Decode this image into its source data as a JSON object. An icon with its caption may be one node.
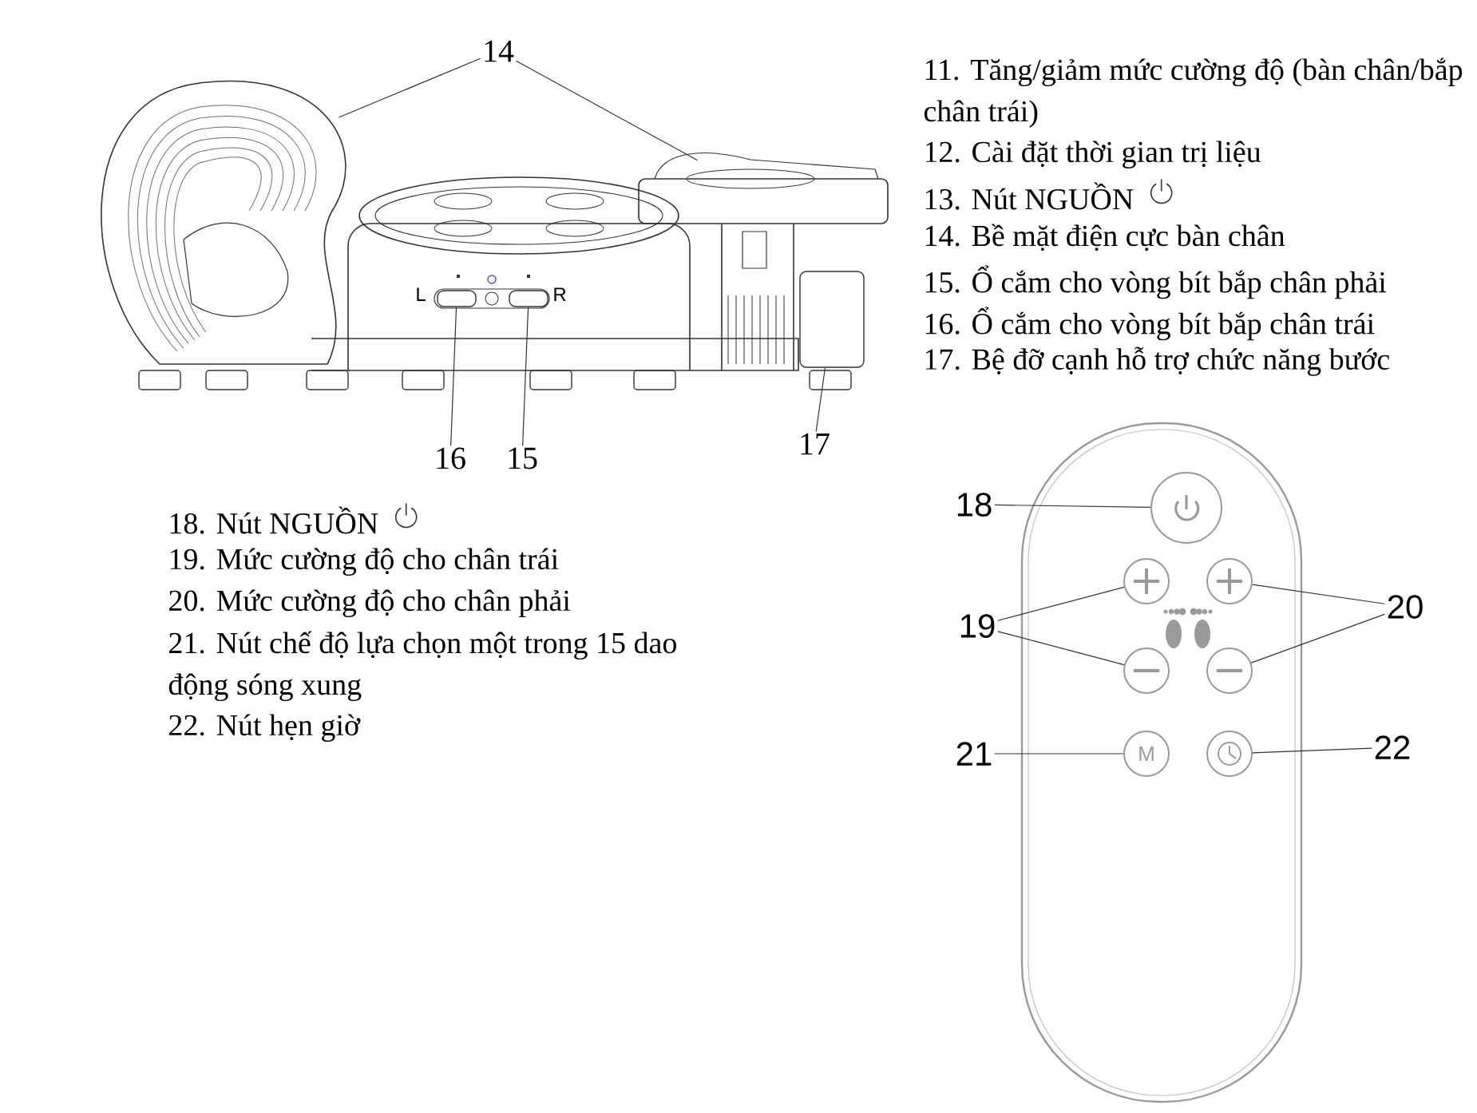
{
  "diagram": {
    "nodes": [
      {
        "text": [
          "14"
        ]
      },
      {
        "text": [],
        "shape": "picture"
      },
      {
        "text": [],
        "shape": "picture"
      },
      {
        "text": [
          "16"
        ]
      },
      {
        "text": [],
        "shape": "box"
      },
      {
        "text": [
          "15"
        ]
      },
      {
        "text": [],
        "shape": "box"
      },
      {
        "text": [
          "17"
        ]
      },
      {
        "text": [],
        "shape": "box"
      },
      {
        "text": [
          "18"
        ]
      },
      {
        "text": [],
        "shape": "circle"
      },
      {
        "text": [
          "19"
        ]
      },
      {
        "text": [],
        "shape": "circle"
      },
      {
        "text": [],
        "shape": "circle"
      },
      {
        "text": [
          "20"
        ]
      },
      {
        "text": [],
        "shape": "circle"
      },
      {
        "text": [],
        "shape": "circle"
      },
      {
        "text": [
          "21"
        ]
      },
      {
        "text": [
          "M"
        ]
      },
      {
        "text": [
          "22"
        ]
      },
      {
        "text": [],
        "shape": "circle"
      }
    ],
    "edges": [
      {
        "from": 0,
        "to": 1,
        "arrow": "none"
      },
      {
        "from": 0,
        "to": 2,
        "arrow": "none"
      },
      {
        "from": 3,
        "to": 4,
        "arrow": "none"
      },
      {
        "from": 5,
        "to": 6,
        "arrow": "none"
      },
      {
        "from": 7,
        "to": 8,
        "arrow": "none"
      },
      {
        "from": 9,
        "to": 10,
        "arrow": "none"
      },
      {
        "from": 11,
        "to": 12,
        "arrow": "none"
      },
      {
        "from": 11,
        "to": 13,
        "arrow": "none"
      },
      {
        "from": 14,
        "to": 15,
        "arrow": "none"
      },
      {
        "from": 14,
        "to": 16,
        "arrow": "none"
      },
      {
        "from": 17,
        "to": 18,
        "arrow": "none"
      },
      {
        "from": 19,
        "to": 20,
        "arrow": "none"
      }
    ],
    "labels": [
      "11. Tăng/giảm mức cường độ (bàn chân/bắp chân trái)",
      "12. Cài đặt thời gian trị liệu",
      "13. Nút NGUỒN",
      "14. Bề mặt điện cực bàn chân",
      "15. Ổ cắm cho vòng bít bắp chân phải",
      "16. Ổ cắm cho vòng bít bắp chân trái",
      "17. Bệ đỡ cạnh hỗ trợ chức năng bước",
      "L",
      "R",
      "18. Nút NGUỒN",
      "19. Mức cường độ cho chân trái",
      "20. Mức cường độ cho chân phải",
      "21. Nút chế độ lựa chọn một trong 15 dao động sóng xung",
      "22. Nút hẹn giờ"
    ]
  }
}
